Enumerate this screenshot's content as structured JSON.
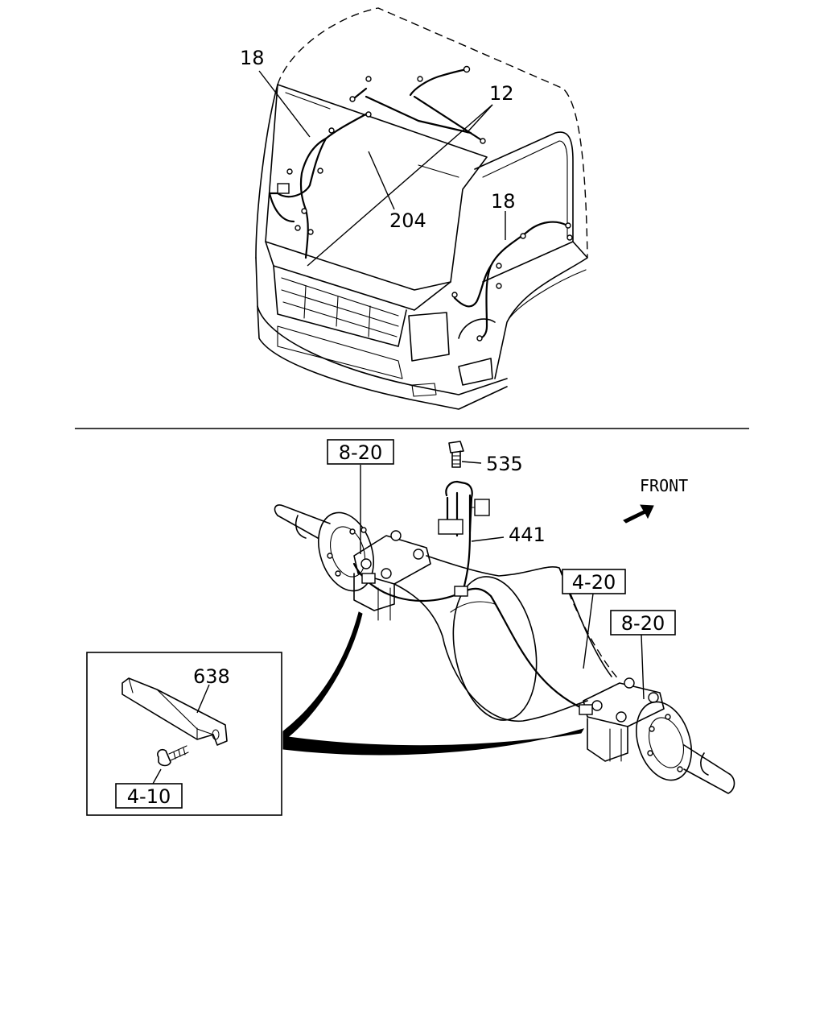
{
  "callouts": {
    "c18_top": "18",
    "c12": "12",
    "c204": "204",
    "c18_side": "18",
    "c535": "535",
    "c441": "441",
    "c638": "638"
  },
  "boxes": {
    "b8_20_left": "8-20",
    "b4_20": "4-20",
    "b8_20_right": "8-20",
    "b4_10": "4-10"
  },
  "front_label": "FRONT",
  "icons": [
    "front-arrow-icon",
    "bolt-icon",
    "connector-icon"
  ]
}
